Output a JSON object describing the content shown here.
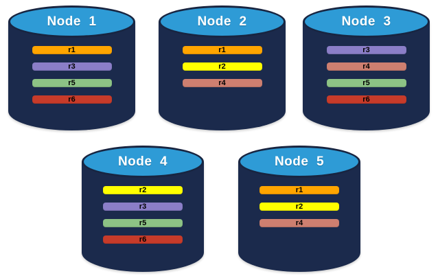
{
  "diagram": {
    "nodes": [
      {
        "label": "Node  1",
        "replicas": [
          "r1",
          "r3",
          "r5",
          "r6"
        ]
      },
      {
        "label": "Node  2",
        "replicas": [
          "r1",
          "r2",
          "r4"
        ]
      },
      {
        "label": "Node  3",
        "replicas": [
          "r3",
          "r4",
          "r5",
          "r6"
        ]
      },
      {
        "label": "Node  4",
        "replicas": [
          "r2",
          "r3",
          "r5",
          "r6"
        ]
      },
      {
        "label": "Node  5",
        "replicas": [
          "r1",
          "r2",
          "r4"
        ]
      }
    ],
    "replica_colors": {
      "r1": "#FFA500",
      "r2": "#FFFF00",
      "r3": "#8B7EC8",
      "r4": "#CE7F70",
      "r5": "#8DC385",
      "r6": "#C73B2A"
    },
    "style_colors": {
      "cylinder_body": "#1B2A4C",
      "cylinder_top": "#2E9BD6",
      "cylinder_outline": "#182541",
      "node_label_text": "#FFFFFF",
      "replica_label_text": "#000000",
      "background": "#FFFFFF"
    }
  }
}
